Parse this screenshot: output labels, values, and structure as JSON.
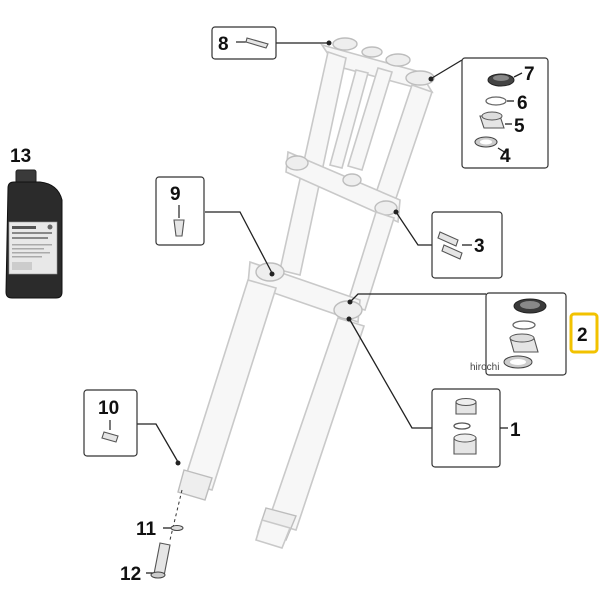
{
  "diagram": {
    "callouts": {
      "c1": "1",
      "c2": "2",
      "c3": "3",
      "c4": "4",
      "c5": "5",
      "c6": "6",
      "c7": "7",
      "c8": "8",
      "c9": "9",
      "c10": "10",
      "c11": "11",
      "c12": "12",
      "c13": "13"
    },
    "watermark": "hirochi",
    "highlight_color": "#f2c200"
  }
}
